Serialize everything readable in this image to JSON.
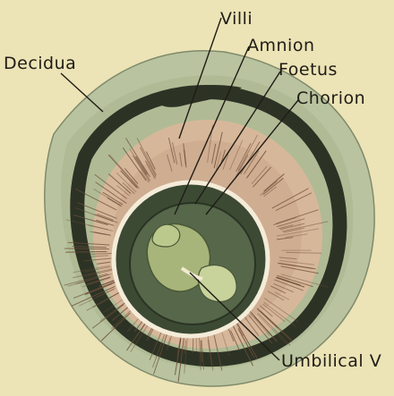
{
  "figure": {
    "labels": {
      "decidua": "Decidua",
      "villi": "Villi",
      "amnion": "Amnion",
      "foetus": "Foetus",
      "chorion": "Chorion",
      "umbilical": "Umbilical V"
    },
    "colors": {
      "background": "#ece3b6",
      "decidua": "#b9c39f",
      "decidua_dark": "#8f9e7c",
      "dark_band": "#2c3325",
      "chorion": "#d7b79a",
      "villi_stroke": "#6a4a35",
      "sac": "#3c4a34",
      "foetus": "#a7b57a",
      "ink": "#1f1c16"
    }
  }
}
